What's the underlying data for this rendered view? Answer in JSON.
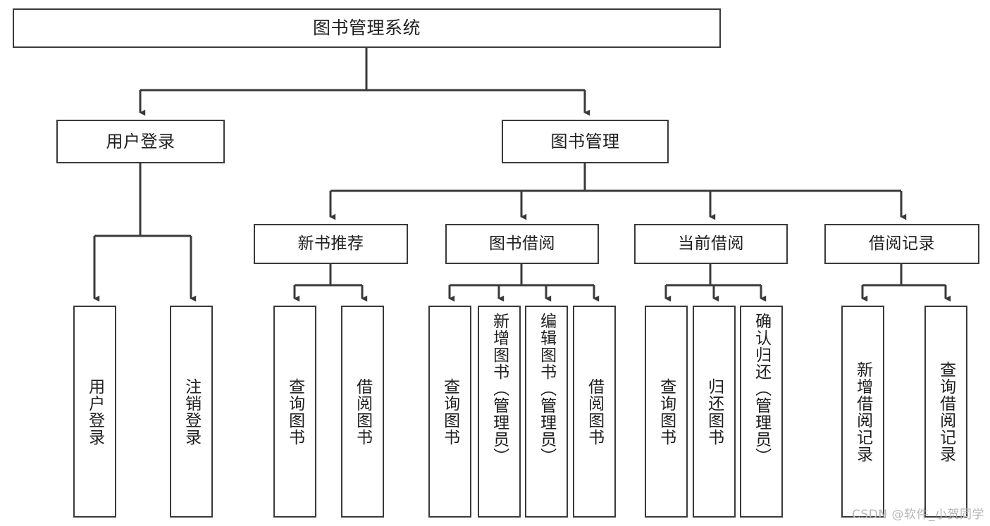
{
  "diagram": {
    "title": "图书管理系统",
    "type": "tree",
    "background": "#ffffff",
    "line_color": "#3a3a3a",
    "text_color": "#1f1f1f",
    "root": "图书管理系统",
    "level1": [
      {
        "label": "用户登录"
      },
      {
        "label": "图书管理"
      }
    ],
    "level2": [
      {
        "label": "新书推荐"
      },
      {
        "label": "图书借阅"
      },
      {
        "label": "当前借阅"
      },
      {
        "label": "借阅记录"
      }
    ],
    "leaves": {
      "user_login": [
        {
          "label": "用户登录"
        },
        {
          "label": "注销登录"
        }
      ],
      "new_book": [
        {
          "label": "查询图书"
        },
        {
          "label": "借阅图书"
        }
      ],
      "book_borrow": [
        {
          "label": "查询图书"
        },
        {
          "label": "新增图书（管理员）"
        },
        {
          "label": "编辑图书（管理员）"
        },
        {
          "label": "借阅图书"
        }
      ],
      "current_borrow": [
        {
          "label": "查询图书"
        },
        {
          "label": "归还图书"
        },
        {
          "label": "确认归还（管理员）"
        }
      ],
      "borrow_record": [
        {
          "label": "新增借阅记录"
        },
        {
          "label": "查询借阅记录"
        }
      ]
    }
  },
  "watermark": {
    "text": "CSDN @软件_小贺同学",
    "color": "#b6b6b6"
  }
}
